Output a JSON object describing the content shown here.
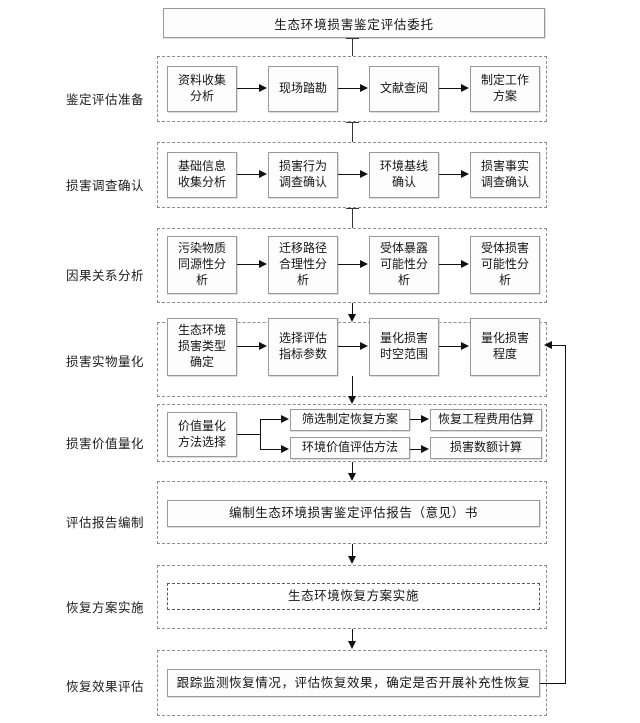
{
  "diagram": {
    "title": "生态环境损害鉴定评估委托",
    "stages": [
      {
        "label": "鉴定评估准备",
        "nodes": [
          {
            "text": "资料收集\n分析"
          },
          {
            "text": "现场踏勘"
          },
          {
            "text": "文献查阅"
          },
          {
            "text": "制定工作\n方案"
          }
        ]
      },
      {
        "label": "损害调查确认",
        "nodes": [
          {
            "text": "基础信息\n收集分析"
          },
          {
            "text": "损害行为\n调查确认"
          },
          {
            "text": "环境基线\n确认"
          },
          {
            "text": "损害事实\n调查确认"
          }
        ]
      },
      {
        "label": "因果关系分析",
        "nodes": [
          {
            "text": "污染物质\n同源性分\n析"
          },
          {
            "text": "迁移路径\n合理性分\n析"
          },
          {
            "text": "受体暴露\n可能性分\n析"
          },
          {
            "text": "受体损害\n可能性分\n析"
          }
        ]
      },
      {
        "label": "损害实物量化",
        "nodes": [
          {
            "text": "生态环境\n损害类型\n确定"
          },
          {
            "text": "选择评估\n指标参数"
          },
          {
            "text": "量化损害\n时空范围"
          },
          {
            "text": "量化损害\n程度"
          }
        ]
      },
      {
        "label": "损害价值量化",
        "nodes": [
          {
            "text": "价值量化\n方法选择"
          },
          {
            "text": "筛选制定恢复方案"
          },
          {
            "text": "恢复工程费用估算"
          },
          {
            "text": "环境价值评估方法"
          },
          {
            "text": "损害数额计算"
          }
        ]
      },
      {
        "label": "评估报告编制",
        "nodes": [
          {
            "text": "编制生态环境损害鉴定评估报告（意见）书"
          }
        ]
      },
      {
        "label": "恢复方案实施",
        "nodes": [
          {
            "text": "生态环境恢复方案实施"
          }
        ]
      },
      {
        "label": "恢复效果评估",
        "nodes": [
          {
            "text": "跟踪监测恢复情况，评估恢复效果，确定是否开展补充性恢复"
          }
        ]
      }
    ],
    "colors": {
      "node_border": "#9a9a9a",
      "stage_border": "#8d8d8d",
      "connector": "#111111",
      "background": "#ffffff",
      "text": "#141414"
    }
  }
}
